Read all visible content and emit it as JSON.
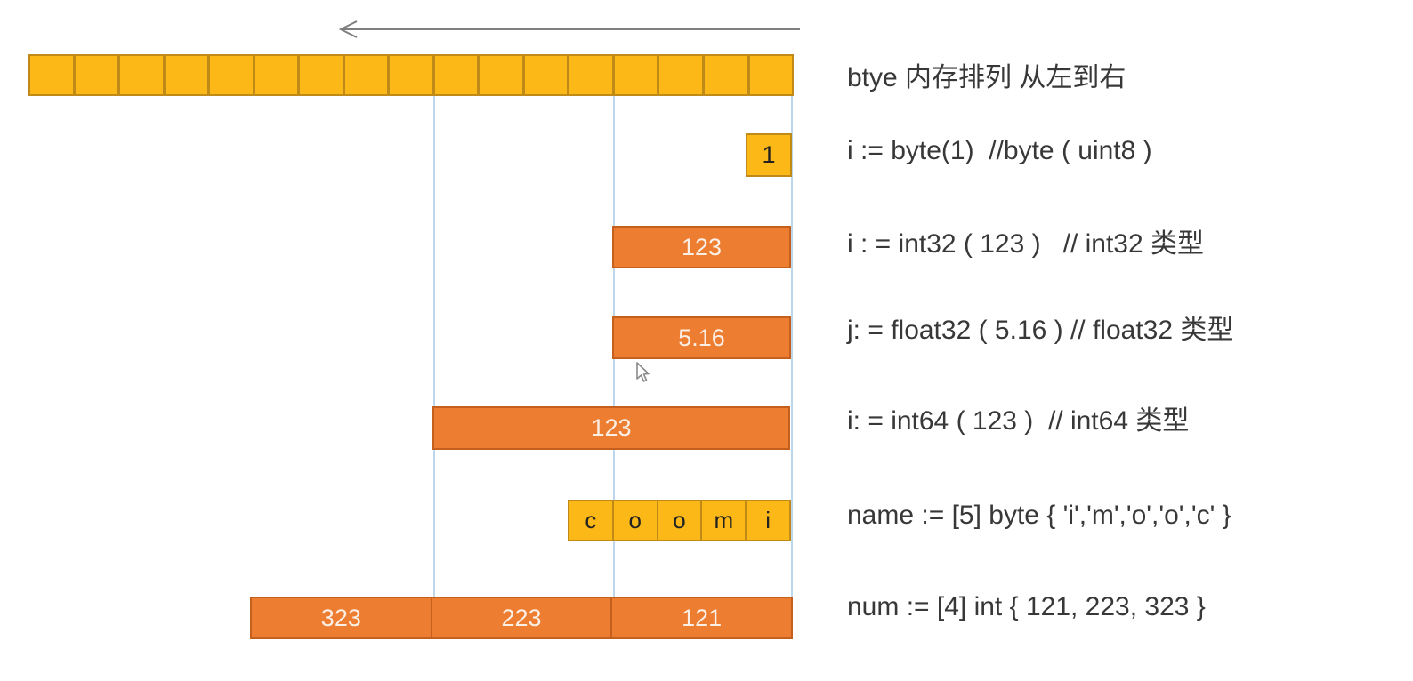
{
  "annotations": [
    {
      "id": "byte-order-note",
      "text": "btye 内存排列 从左到右"
    },
    {
      "id": "byte-declaration",
      "text": "i := byte(1)  //byte ( uint8 )"
    },
    {
      "id": "int32-declaration",
      "text": "i : = int32 ( 123 )   // int32 类型"
    },
    {
      "id": "float32-declaration",
      "text": "j: = float32 ( 5.16 ) // float32 类型"
    },
    {
      "id": "int64-declaration",
      "text": "i: = int64 ( 123 )  // int64 类型"
    },
    {
      "id": "name-declaration",
      "text": "name := [5] byte { 'i','m','o','o','c' }"
    },
    {
      "id": "num-declaration",
      "text": "num := [4] int { 121, 223, 323 }"
    }
  ],
  "memory_row": {
    "cell_count": 17
  },
  "byte_block": {
    "value": "1"
  },
  "int32_block": {
    "value": "123"
  },
  "float32_block": {
    "value": "5.16"
  },
  "int64_block": {
    "value": "123"
  },
  "name_array": {
    "letters": [
      "c",
      "o",
      "o",
      "m",
      "i"
    ]
  },
  "num_array": {
    "values": [
      "323",
      "223",
      "121"
    ]
  },
  "icons": {
    "direction_arrow": "left-arrow-icon",
    "pointer": "mouse-cursor-icon"
  },
  "colors": {
    "yellow": "#FBB817",
    "yellow_border": "#C08A18",
    "orange": "#ED7D31",
    "orange_border": "#C55F1E",
    "guide_line": "#BDD7EE",
    "arrow": "#7F7F7F",
    "text": "#383838"
  }
}
